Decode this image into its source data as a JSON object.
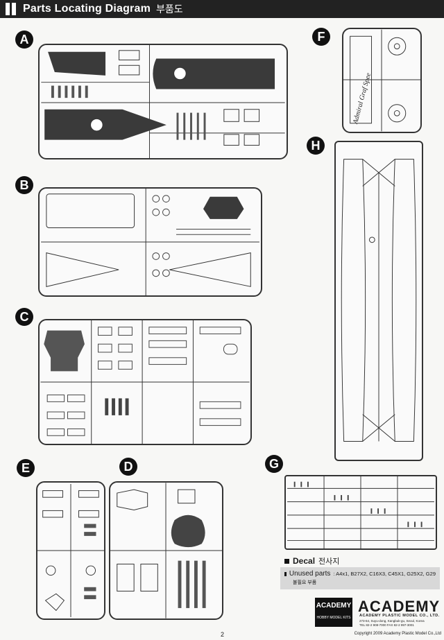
{
  "header": {
    "title": "Parts Locating Diagram",
    "title_ko": "부품도"
  },
  "sprues": {
    "A": "A",
    "B": "B",
    "C": "C",
    "D": "D",
    "E": "E",
    "F": "F",
    "G": "G",
    "H": "H"
  },
  "sprue_f_text": "Admiral Graf Spee",
  "decal": {
    "label": "Decal",
    "label_ko": "전사지"
  },
  "unused": {
    "label": "Unused parts",
    "parts": ": A4x1,  B27X2,  C16X3,  C45X1,  G25X2,  G29",
    "note_ko": "불필요 부품"
  },
  "brand": {
    "badge_top": "ACADEMY",
    "badge_bottom": "HOBBY MODEL KITS",
    "logo": "ACADEMY",
    "company": "ACADEMY PLASTIC MODEL CO., LTD.",
    "address_1": "273-64, Suyu-dong, Kangbuk-gu, Seoul, Korea",
    "address_2": "TEL 82-2 908-7000  FAX 82-2 997-3001"
  },
  "footer": {
    "page_number": "2",
    "copyright": "Copyright 2009 Academy Plastic Model Co.,Ltd"
  },
  "colors": {
    "header_bg": "#222222",
    "ink": "#1a1a1a",
    "deck": "#3a3a3a",
    "shade": "#d8d8d8"
  }
}
